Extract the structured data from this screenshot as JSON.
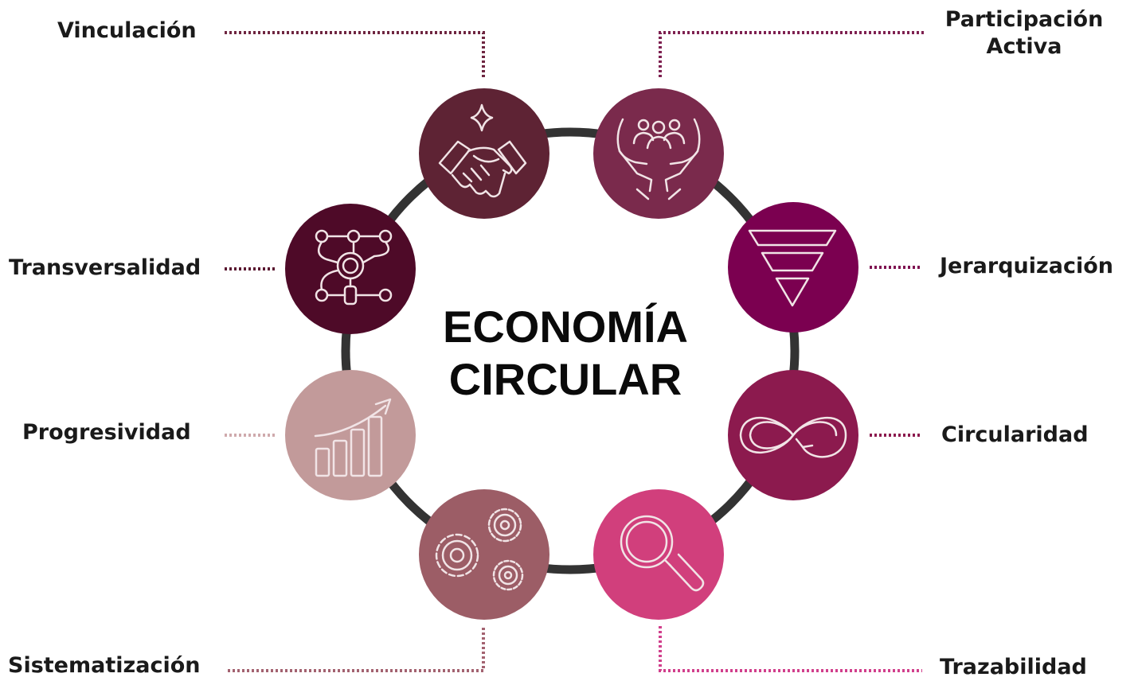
{
  "title": {
    "line1": "ECONOMÍA",
    "line2": "CIRCULAR"
  },
  "nodes": [
    {
      "id": "vinculacion",
      "label": "Vinculación",
      "color": "#5e2334",
      "icon": "handshake-icon"
    },
    {
      "id": "participacion",
      "label_line1": "Participación",
      "label_line2": "Activa",
      "color": "#7a2a4c",
      "icon": "community-hands-icon"
    },
    {
      "id": "jerarquizacion",
      "label": "Jerarquización",
      "color": "#7b0050",
      "icon": "funnel-icon"
    },
    {
      "id": "circularidad",
      "label": "Circularidad",
      "color": "#8c1a4e",
      "icon": "infinity-icon"
    },
    {
      "id": "trazabilidad",
      "label": "Trazabilidad",
      "color": "#d13f7c",
      "icon": "magnifier-icon"
    },
    {
      "id": "sistematizacion",
      "label": "Sistematización",
      "color": "#9c5d66",
      "icon": "gears-icon"
    },
    {
      "id": "progresividad",
      "label": "Progresividad",
      "color": "#c29a9a",
      "icon": "growth-chart-icon"
    },
    {
      "id": "transversalidad",
      "label": "Transversalidad",
      "color": "#4e0a28",
      "icon": "network-icon"
    }
  ],
  "ring_color": "#333333"
}
